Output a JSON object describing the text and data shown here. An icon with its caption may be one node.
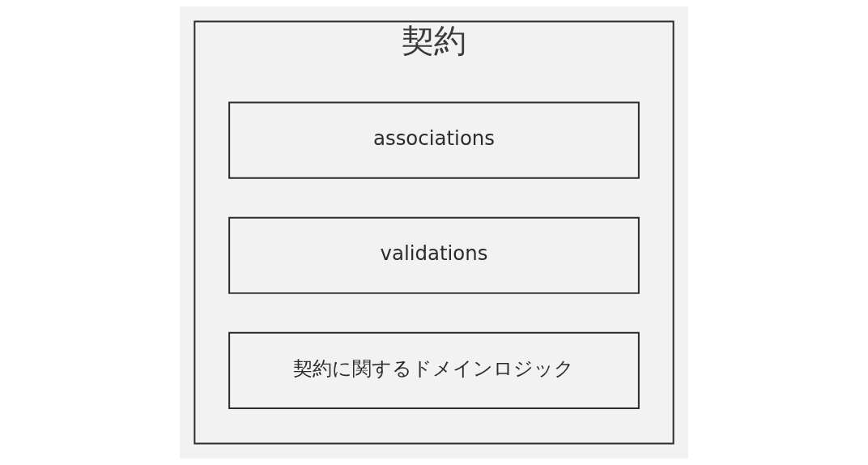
{
  "diagram": {
    "nodes": [
      {
        "text": [
          "契約"
        ]
      },
      {
        "text": [
          "associations"
        ],
        "in": 0
      },
      {
        "text": [
          "validations"
        ],
        "in": 0
      },
      {
        "text": [
          "契約に関するドメインロジック"
        ],
        "in": 0
      }
    ],
    "edges": []
  }
}
